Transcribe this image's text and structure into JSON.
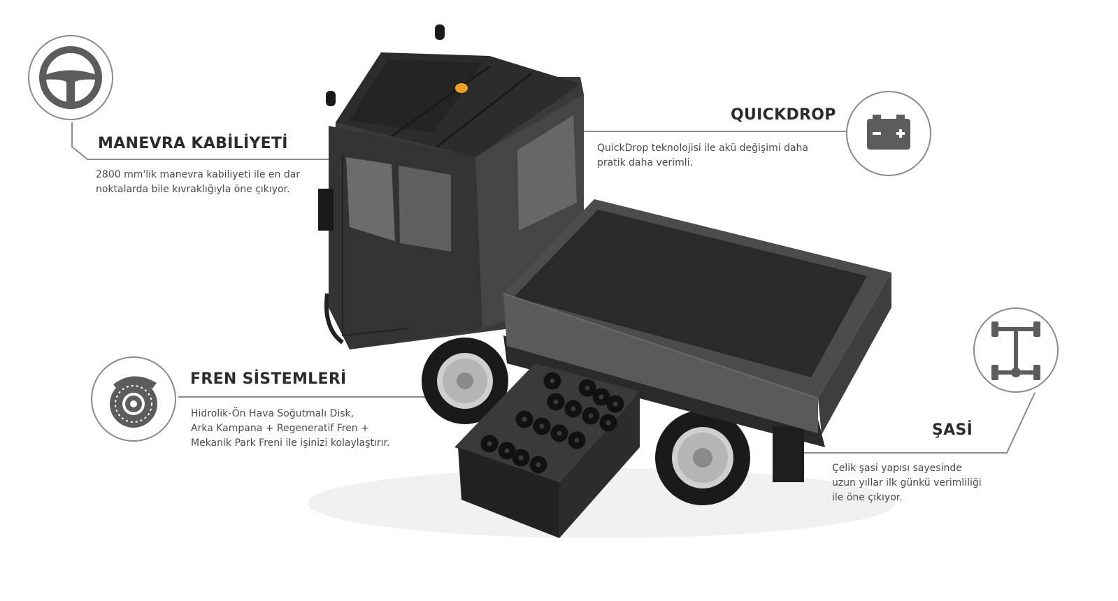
{
  "features": {
    "manevra": {
      "title": "MANEVRA KABİLİYETİ",
      "desc_lines": [
        "2800 mm'lik manevra kabiliyeti ile en dar",
        "noktalarda bile kıvraklığıyla öne çıkıyor."
      ],
      "icon": "steering-wheel-icon"
    },
    "quickdrop": {
      "title": "QUICKDROP",
      "desc_lines": [
        "QuickDrop teknolojisi ile akü değişimi daha",
        "pratik daha verimli."
      ],
      "icon": "battery-icon"
    },
    "fren": {
      "title": "FREN SİSTEMLERİ",
      "desc_lines": [
        "Hidrolik-Ön Hava Soğutmalı Disk,",
        "Arka Kampana + Regeneratif Fren +",
        "Mekanik Park Freni ile işinizi kolaylaştırır."
      ],
      "icon": "brake-disc-icon"
    },
    "sasi": {
      "title": "ŞASİ",
      "desc_lines": [
        "Çelik şasi yapısı sayesinde",
        "uzun yıllar ilk günkü verimliliği",
        "ile öne çıkıyor."
      ],
      "icon": "chassis-icon"
    }
  },
  "colors": {
    "line": "#8a8a8a",
    "icon": "#5c5c5c",
    "truck_body": "#3a3a3a",
    "truck_dark": "#1f1f1f",
    "beacon": "#f0a020"
  }
}
